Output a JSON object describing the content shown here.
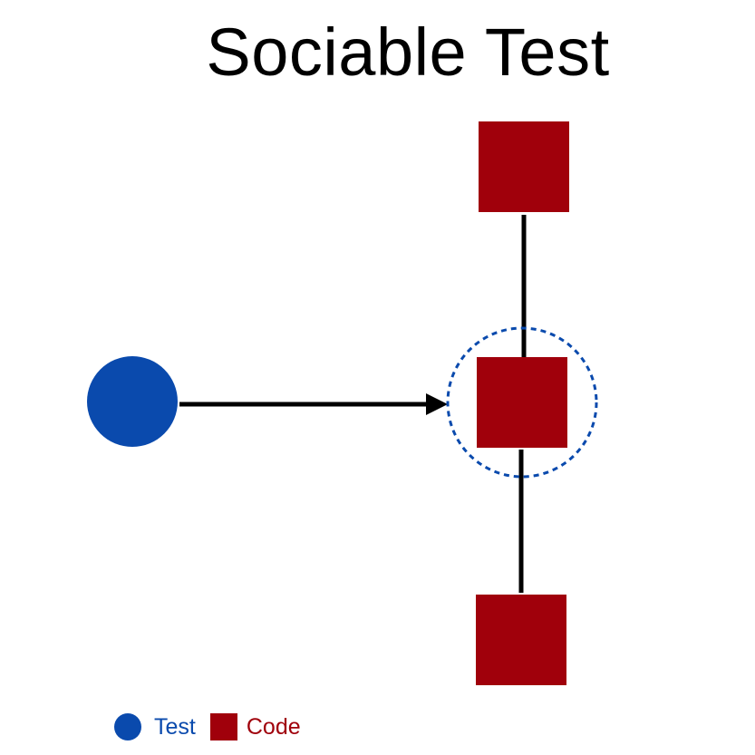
{
  "title": "Sociable Test",
  "colors": {
    "test": "#0a4aad",
    "code": "#a0000b",
    "edge": "#000000",
    "focus_ring": "#0a4aad"
  },
  "legend": {
    "items": [
      {
        "label": "Test",
        "shape": "circle",
        "color": "#0a4aad"
      },
      {
        "label": "Code",
        "shape": "square",
        "color": "#a0000b"
      }
    ]
  }
}
